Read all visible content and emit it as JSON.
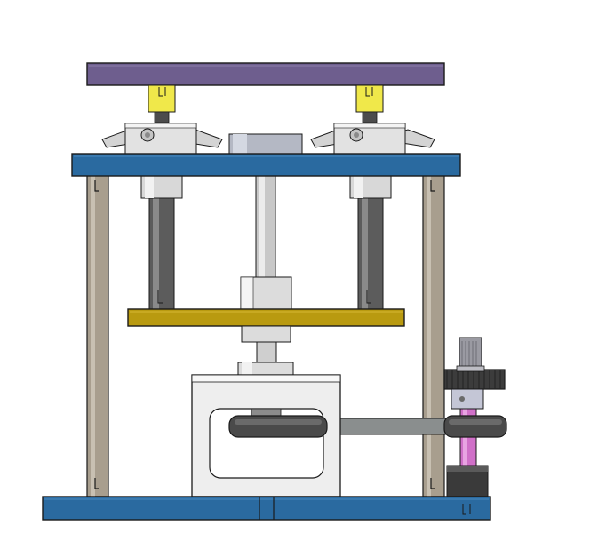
{
  "drawing": {
    "view": "front view",
    "colors": {
      "background": "#ffffff",
      "outline": "#1a1a1a",
      "top_plate": "#6e5e8e",
      "frame_plate": "#2a6aa0",
      "middle_plate": "#b99a10",
      "threaded_nut": "#f0e84a",
      "pillar": "#a89e8e",
      "steel_light": "#d8d8d8",
      "steel_dark": "#5a5a5a",
      "screw_rod": "#5c5c5c",
      "belt": "#8a8e8e",
      "pulley": "#4a4a4a",
      "gear": "#3c3c3c",
      "pink_shaft": "#d070c8",
      "bracket": "#eeeeee"
    },
    "components": [
      "top-plate",
      "upper-frame-plate",
      "middle-plate",
      "base-plate",
      "left-guide-pillar",
      "right-guide-pillar",
      "left-lead-screw",
      "right-lead-screw",
      "left-clamp-lever",
      "right-clamp-lever",
      "center-column",
      "motor-bracket",
      "timing-belt",
      "drive-pulley",
      "driven-pulley",
      "spur-gear",
      "adjuster-knob",
      "pink-shaft"
    ]
  }
}
